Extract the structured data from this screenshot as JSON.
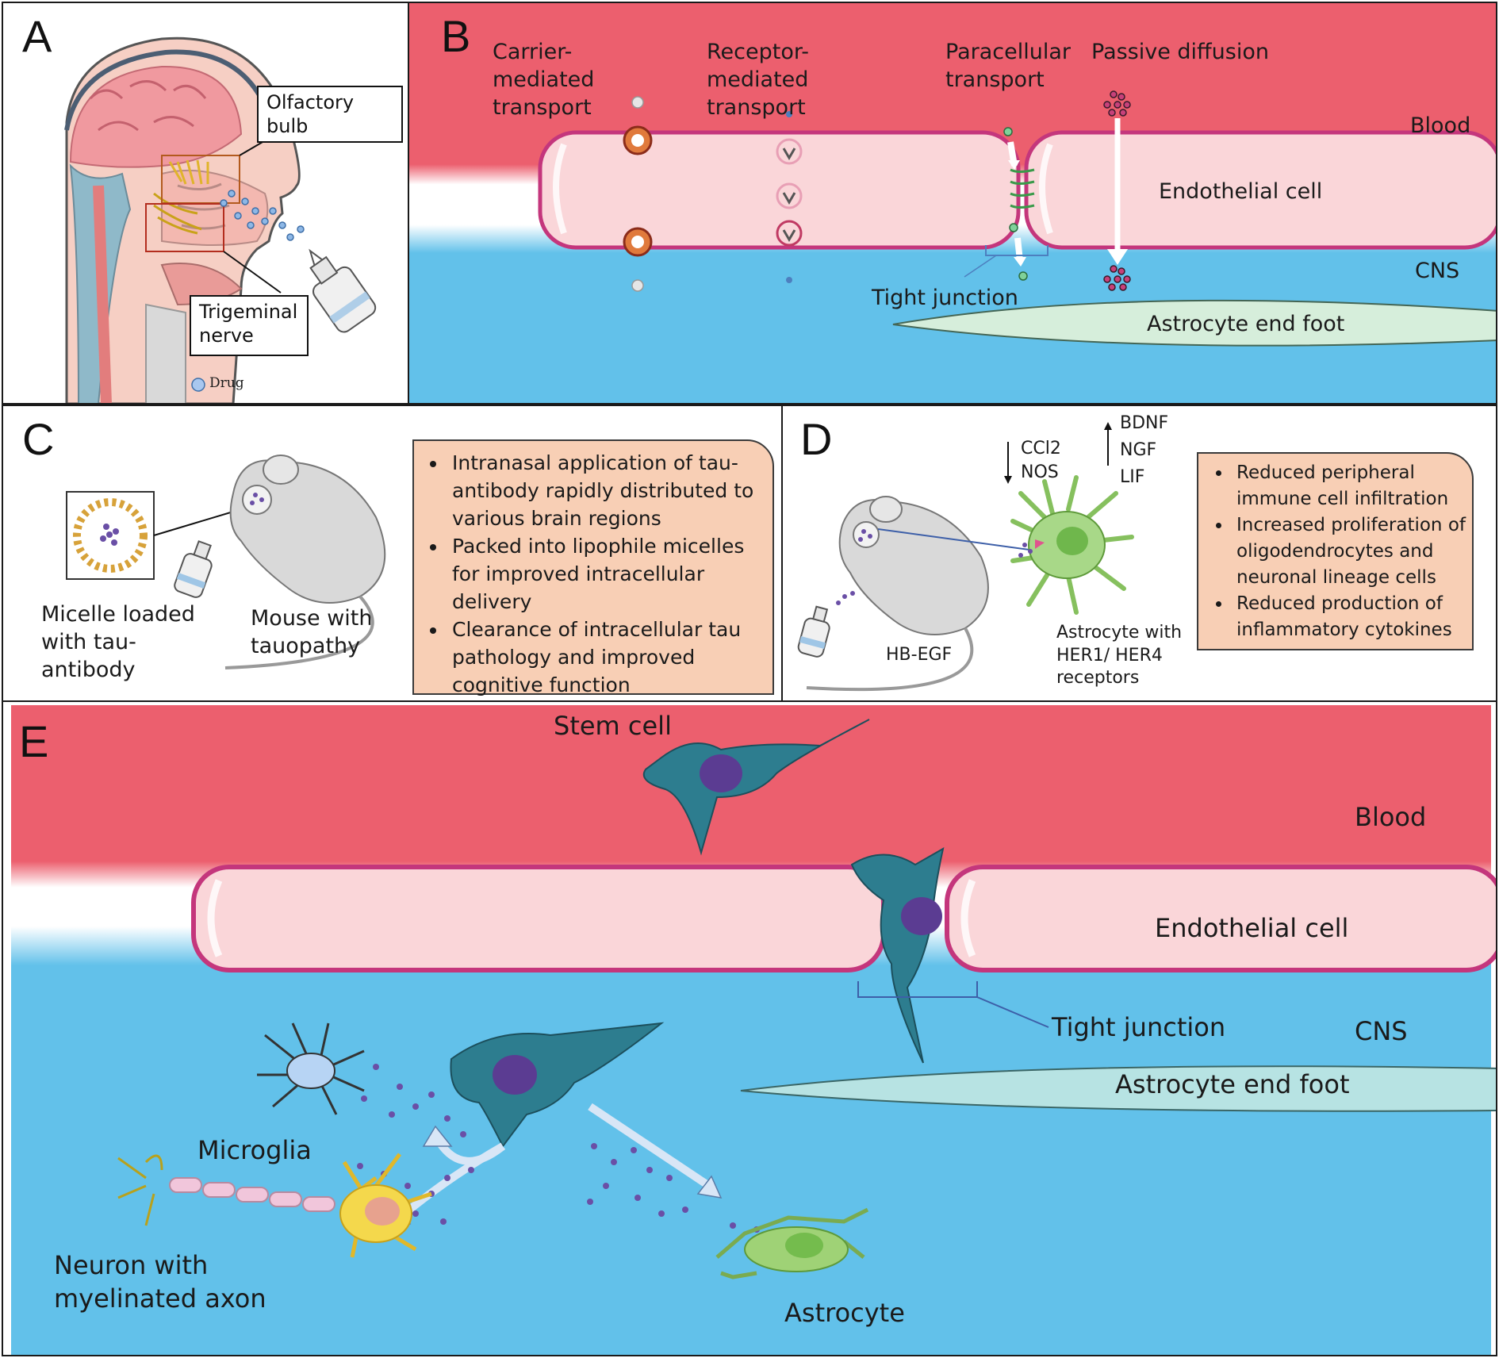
{
  "panels": {
    "a": {
      "letter": "A",
      "olfactory_bulb": "Olfactory bulb",
      "trigeminal_nerve": "Trigeminal nerve",
      "drug_legend": "Drug"
    },
    "b": {
      "letter": "B",
      "carrier_mediated": "Carrier-mediated transport",
      "receptor_mediated": "Receptor-mediated transport",
      "paracellular": "Paracellular transport",
      "passive_diffusion": "Passive diffusion",
      "blood": "Blood",
      "endothelial_cell": "Endothelial cell",
      "cns": "CNS",
      "tight_junction": "Tight junction",
      "astrocyte_end_foot": "Astrocyte end foot"
    },
    "c": {
      "letter": "C",
      "micelle_label": "Micelle loaded with tau-antibody",
      "mouse_label": "Mouse with tauopathy",
      "bullets": [
        "Intranasal application of tau-antibody rapidly distributed to various brain regions",
        "Packed into lipophile micelles for improved intracellular delivery",
        "Clearance of intracellular tau pathology and improved cognitive function"
      ]
    },
    "d": {
      "letter": "D",
      "down_1": "CCl2",
      "down_2": "NOS",
      "up_1": "BDNF",
      "up_2": "NGF",
      "up_3": "LIF",
      "hb_egf": "HB-EGF",
      "astrocyte_label": "Astrocyte with HER1/ HER4 receptors",
      "bullets": [
        "Reduced peripheral immune cell infiltration",
        "Increased proliferation of oligodendrocytes and neuronal lineage cells",
        "Reduced production of inflammatory cytokines"
      ]
    },
    "e": {
      "letter": "E",
      "stem_cell": "Stem cell",
      "blood": "Blood",
      "endothelial_cell": "Endothelial cell",
      "tight_junction": "Tight junction",
      "cns": "CNS",
      "astrocyte_end_foot": "Astrocyte end foot",
      "microglia": "Microglia",
      "neuron": "Neuron with myelinated axon",
      "astrocyte": "Astrocyte"
    }
  },
  "colors": {
    "blood": "#ec5f6e",
    "cns": "#62c1ea",
    "endothelial": "#fad6d9",
    "endothelial_edge": "#c4367c",
    "end_foot": "#d6eedb",
    "box_fill": "#f8cfb5",
    "stem_cell": "#2d7d8f",
    "nucleus": "#5b3c92",
    "particle": "#6a4fa6",
    "astrocyte_green": "#9fd276",
    "neuron_yellow": "#f4d84c"
  }
}
